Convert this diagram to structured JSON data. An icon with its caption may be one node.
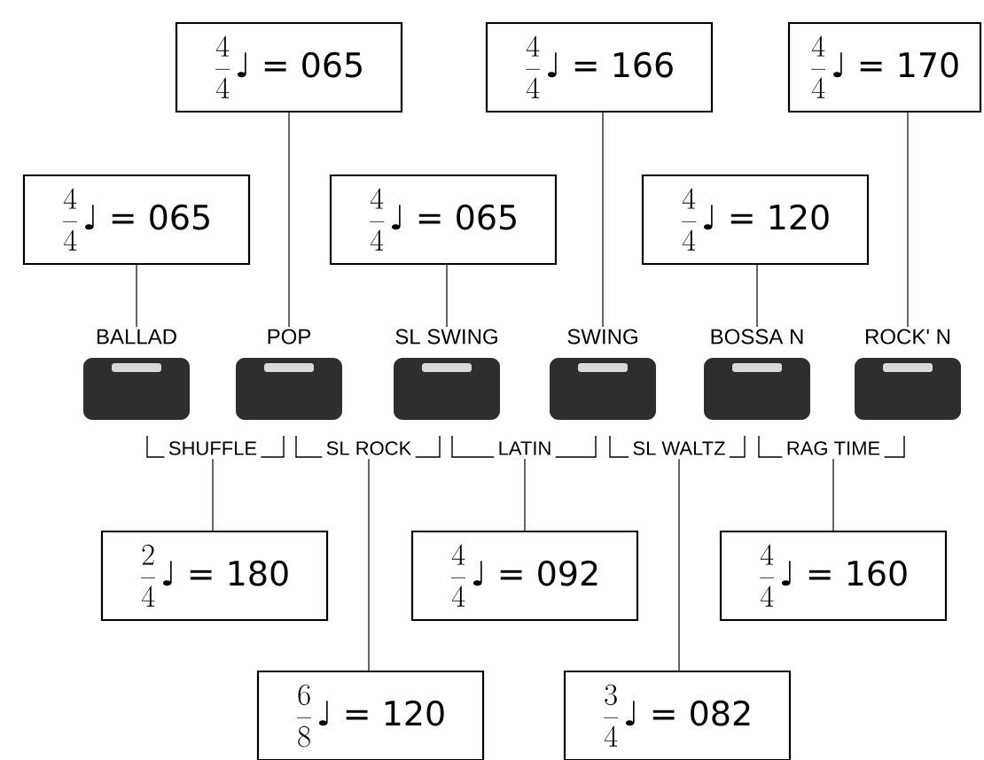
{
  "diagram": {
    "nodes": [
      {
        "text": [
          "\\frac{4}{4}",
          "♩ = 065"
        ]
      },
      {
        "text": [
          "\\frac{4}{4}",
          "♩ = 166"
        ]
      },
      {
        "text": [
          "\\frac{4}{4}",
          "♩ = 170"
        ]
      },
      {
        "text": [
          "\\frac{4}{4}",
          "♩ = 065"
        ]
      },
      {
        "text": [
          "\\frac{4}{4}",
          "♩ = 065"
        ]
      },
      {
        "text": [
          "\\frac{4}{4}",
          "♩ = 120"
        ]
      },
      {
        "text": [
          "BALLAD"
        ]
      },
      {
        "text": [
          "POP"
        ]
      },
      {
        "text": [
          "SL SWING"
        ]
      },
      {
        "text": [
          "SWING"
        ]
      },
      {
        "text": [
          "BOSSA N"
        ]
      },
      {
        "text": [
          "ROCK' N"
        ]
      },
      {
        "text": [
          "SHUFFLE"
        ]
      },
      {
        "text": [
          "SL ROCK"
        ]
      },
      {
        "text": [
          "LATIN"
        ]
      },
      {
        "text": [
          "SL WALTZ"
        ]
      },
      {
        "text": [
          "RAG TIME"
        ]
      },
      {
        "text": [
          "\\frac{2}{4}",
          "♩ = 180"
        ]
      },
      {
        "text": [
          "\\frac{4}{4}",
          "♩ = 092"
        ]
      },
      {
        "text": [
          "\\frac{4}{4}",
          "♩ = 160"
        ]
      },
      {
        "text": [
          "\\frac{6}{8}",
          "♩ = 120"
        ]
      },
      {
        "text": [
          "\\frac{3}{4}",
          "♩ = 082"
        ]
      }
    ],
    "edges": [
      {
        "from": 0,
        "to": 7,
        "arrow": "none"
      },
      {
        "from": 1,
        "to": 9,
        "arrow": "none"
      },
      {
        "from": 2,
        "to": 11,
        "arrow": "none"
      },
      {
        "from": 3,
        "to": 6,
        "arrow": "none"
      },
      {
        "from": 4,
        "to": 8,
        "arrow": "none"
      },
      {
        "from": 5,
        "to": 10,
        "arrow": "none"
      },
      {
        "from": 17,
        "to": 12,
        "arrow": "none"
      },
      {
        "from": 18,
        "to": 14,
        "arrow": "none"
      },
      {
        "from": 19,
        "to": 16,
        "arrow": "none"
      },
      {
        "from": 20,
        "to": 13,
        "arrow": "none"
      },
      {
        "from": 21,
        "to": 15,
        "arrow": "none"
      }
    ]
  }
}
